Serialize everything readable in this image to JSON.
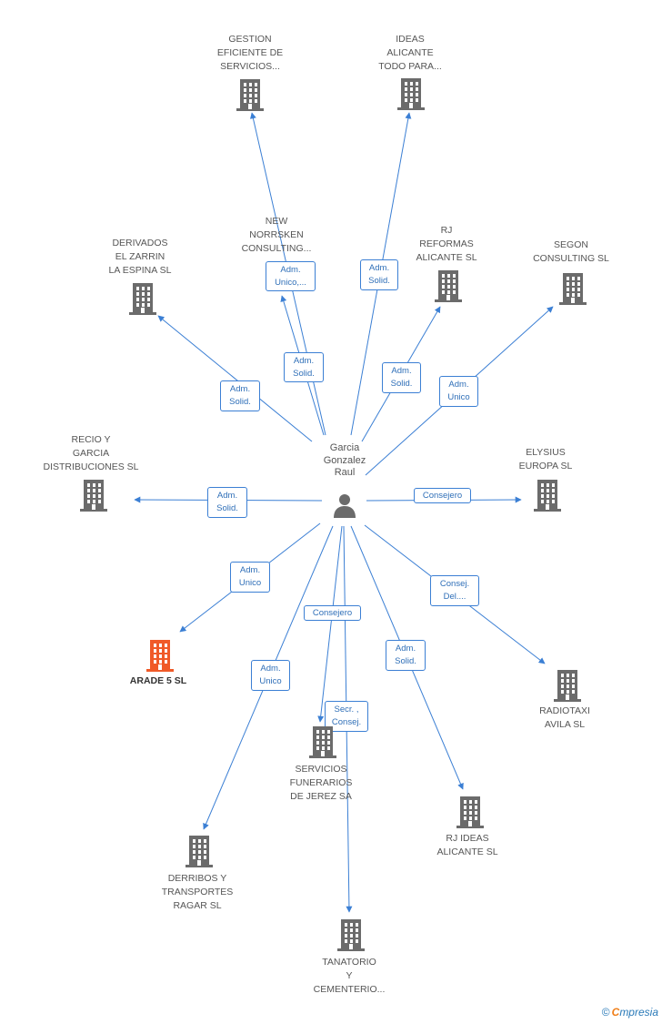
{
  "center": {
    "label": "Garcia\nGonzalez\nRaul",
    "icon": "person-icon"
  },
  "colors": {
    "edge": "#3b7fd4",
    "building": "#6b6b6b",
    "highlight": "#f05a28",
    "text": "#555555"
  },
  "nodes": [
    {
      "id": "gestion",
      "label": "GESTION\nEFICIENTE DE\nSERVICIOS...",
      "highlight": false
    },
    {
      "id": "ideas_alicante",
      "label": "IDEAS\nALICANTE\nTODO PARA...",
      "highlight": false
    },
    {
      "id": "new_norrsken",
      "label": "NEW\nNORRSKEN\nCONSULTING...",
      "highlight": false
    },
    {
      "id": "rj_reformas",
      "label": "RJ\nREFORMAS\nALICANTE SL",
      "highlight": false
    },
    {
      "id": "derivados",
      "label": "DERIVADOS\nEL ZARRIN\nLA ESPINA SL",
      "highlight": false
    },
    {
      "id": "segon",
      "label": "SEGON\nCONSULTING SL",
      "highlight": false
    },
    {
      "id": "recio",
      "label": "RECIO Y\nGARCIA\nDISTRIBUCIONES SL",
      "highlight": false
    },
    {
      "id": "elysius",
      "label": "ELYSIUS\nEUROPA SL",
      "highlight": false
    },
    {
      "id": "arade",
      "label": "ARADE 5 SL",
      "highlight": true
    },
    {
      "id": "radiotaxi",
      "label": "RADIOTAXI\nAVILA SL",
      "highlight": false
    },
    {
      "id": "servicios_funerarios",
      "label": "SERVICIOS\nFUNERARIOS\nDE JEREZ SA",
      "highlight": false
    },
    {
      "id": "rj_ideas",
      "label": "RJ IDEAS\nALICANTE SL",
      "highlight": false
    },
    {
      "id": "derribos",
      "label": "DERRIBOS Y\nTRANSPORTES\nRAGAR SL",
      "highlight": false
    },
    {
      "id": "tanatorio",
      "label": "TANATORIO\nY\nCEMENTERIO...",
      "highlight": false
    }
  ],
  "edges": [
    {
      "to": "gestion",
      "label": "Adm.\nSolid."
    },
    {
      "to": "ideas_alicante",
      "label": "Adm.\nSolid."
    },
    {
      "to": "new_norrsken",
      "label": "Adm.\nUnico,..."
    },
    {
      "to": "rj_reformas",
      "label": "Adm.\nSolid."
    },
    {
      "to": "derivados",
      "label": "Adm.\nSolid."
    },
    {
      "to": "segon",
      "label": "Adm.\nUnico"
    },
    {
      "to": "recio",
      "label": "Adm.\nSolid."
    },
    {
      "to": "elysius",
      "label": "Consejero"
    },
    {
      "to": "arade",
      "label": "Adm.\nUnico"
    },
    {
      "to": "radiotaxi",
      "label": "Consej.\nDel...."
    },
    {
      "to": "servicios_funerarios",
      "label": "Consejero"
    },
    {
      "to": "rj_ideas",
      "label": "Adm.\nSolid."
    },
    {
      "to": "derribos",
      "label": "Adm.\nUnico"
    },
    {
      "to": "tanatorio",
      "label": "Secr. ,\nConsej."
    }
  ],
  "brand": {
    "copyright": "©",
    "initial": "C",
    "rest": "mpresia"
  }
}
